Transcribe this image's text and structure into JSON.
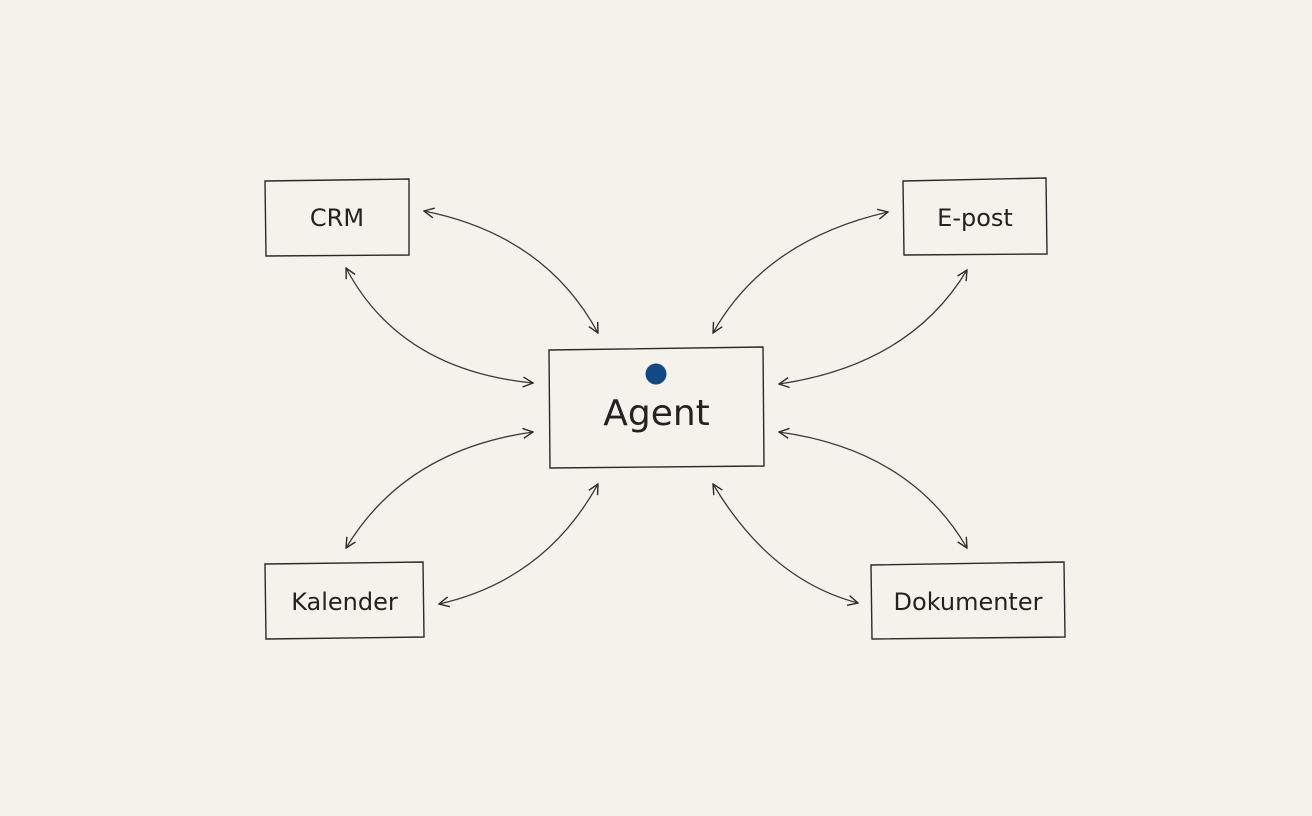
{
  "nodes": {
    "center": {
      "label": "Agent"
    },
    "crm": {
      "label": "CRM"
    },
    "email": {
      "label": "E-post"
    },
    "calendar": {
      "label": "Kalender"
    },
    "documents": {
      "label": "Dokumenter"
    }
  },
  "edges": [
    {
      "from": "crm",
      "to": "center",
      "bidirectional": true
    },
    {
      "from": "email",
      "to": "center",
      "bidirectional": true
    },
    {
      "from": "calendar",
      "to": "center",
      "bidirectional": true
    },
    {
      "from": "documents",
      "to": "center",
      "bidirectional": true
    }
  ],
  "colors": {
    "background": "#f4f2eb",
    "ink": "#2a2a2a",
    "dot": "#0f4a86"
  }
}
